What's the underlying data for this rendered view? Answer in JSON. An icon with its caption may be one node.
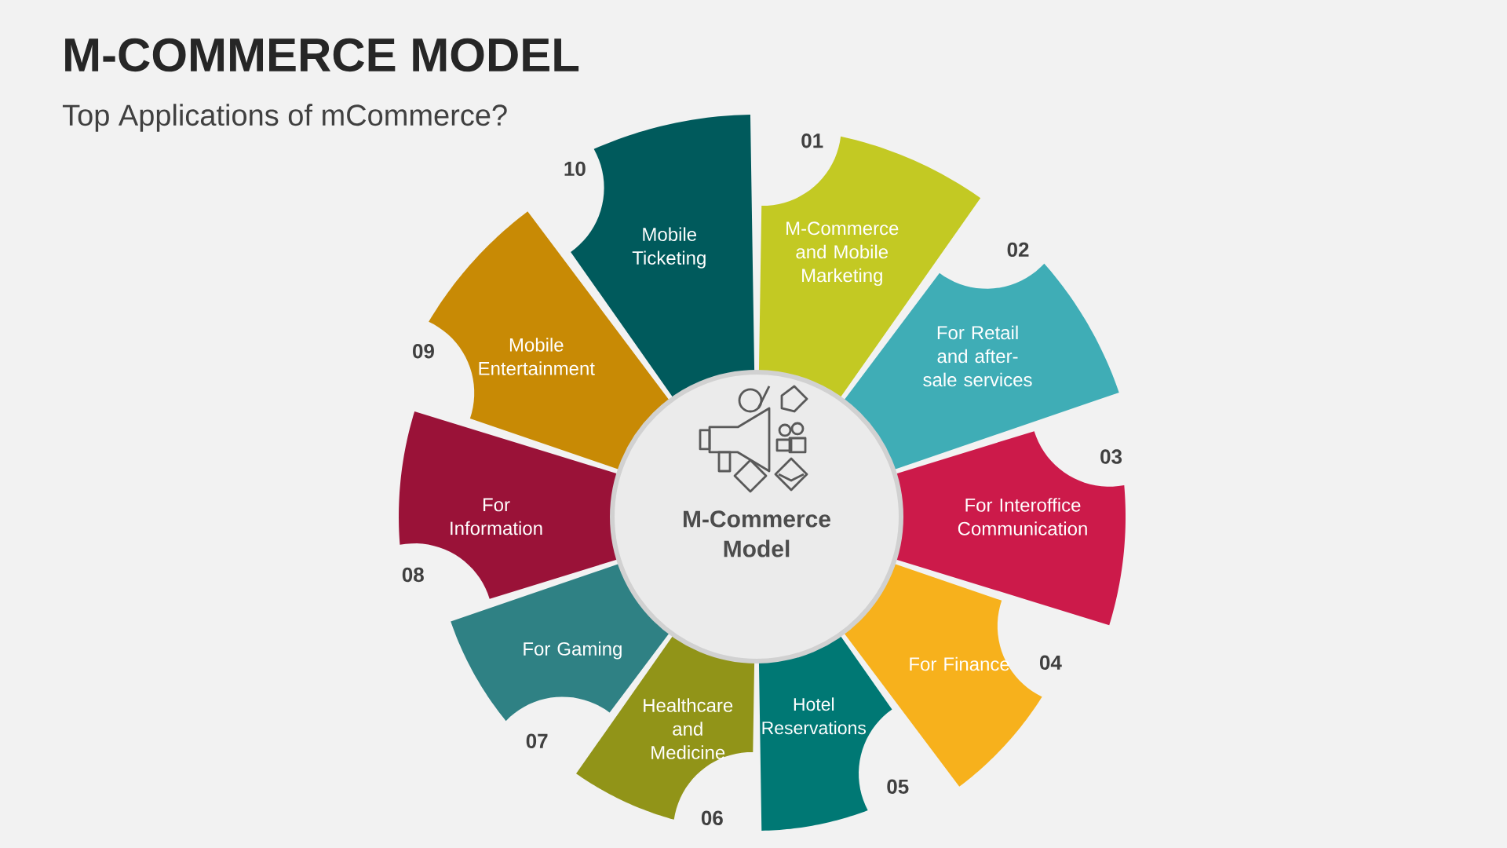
{
  "diagram": {
    "title": "M-COMMERCE MODEL",
    "nodes": [
      {
        "text": [
          "M-Commerce Model"
        ]
      },
      {
        "text": [
          "M-Commerce and Mobile Marketing"
        ],
        "beside": [
          "01"
        ]
      },
      {
        "text": [
          "For Retail and after-sale services"
        ],
        "beside": [
          "02"
        ]
      },
      {
        "text": [
          "For Interoffice Communication"
        ],
        "beside": [
          "03"
        ]
      },
      {
        "text": [
          "For Finance"
        ],
        "beside": [
          "04"
        ]
      },
      {
        "text": [
          "Hotel Reservations"
        ],
        "beside": [
          "05"
        ]
      },
      {
        "text": [
          "Healthcare and Medicine"
        ],
        "beside": [
          "06"
        ]
      },
      {
        "text": [
          "For Gaming"
        ],
        "beside": [
          "07"
        ]
      },
      {
        "text": [
          "For Information"
        ],
        "beside": [
          "08"
        ]
      },
      {
        "text": [
          "Mobile Entertainment"
        ],
        "beside": [
          "09"
        ]
      },
      {
        "text": [
          "Mobile Ticketing"
        ],
        "beside": [
          "10"
        ]
      }
    ],
    "labels": [
      "Top Applications of mCommerce?"
    ]
  }
}
